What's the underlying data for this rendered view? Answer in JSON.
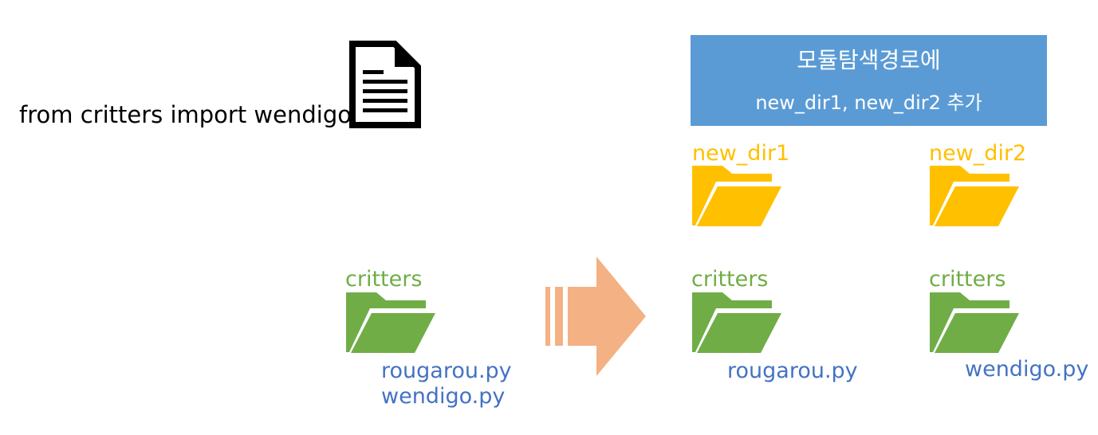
{
  "import_statement": "from critters import wendigo",
  "icons": {
    "document": "document-icon",
    "folder": "folder-icon",
    "arrow": "right-arrow-icon"
  },
  "colors": {
    "banner_bg": "#5b9bd5",
    "folder_yellow": "#ffc000",
    "folder_green": "#70ad47",
    "file_text": "#4472c4",
    "arrow": "#f4b183"
  },
  "banner": {
    "line1": "모듈탐색경로에",
    "line2": "new_dir1, new_dir2 추가"
  },
  "before": {
    "folder_label": "critters",
    "files": [
      "rougarou.py",
      "wendigo.py"
    ]
  },
  "after": {
    "dir1": {
      "label": "new_dir1",
      "sub_folder_label": "critters",
      "files": [
        "rougarou.py"
      ]
    },
    "dir2": {
      "label": "new_dir2",
      "sub_folder_label": "critters",
      "files": [
        "wendigo.py"
      ]
    }
  }
}
